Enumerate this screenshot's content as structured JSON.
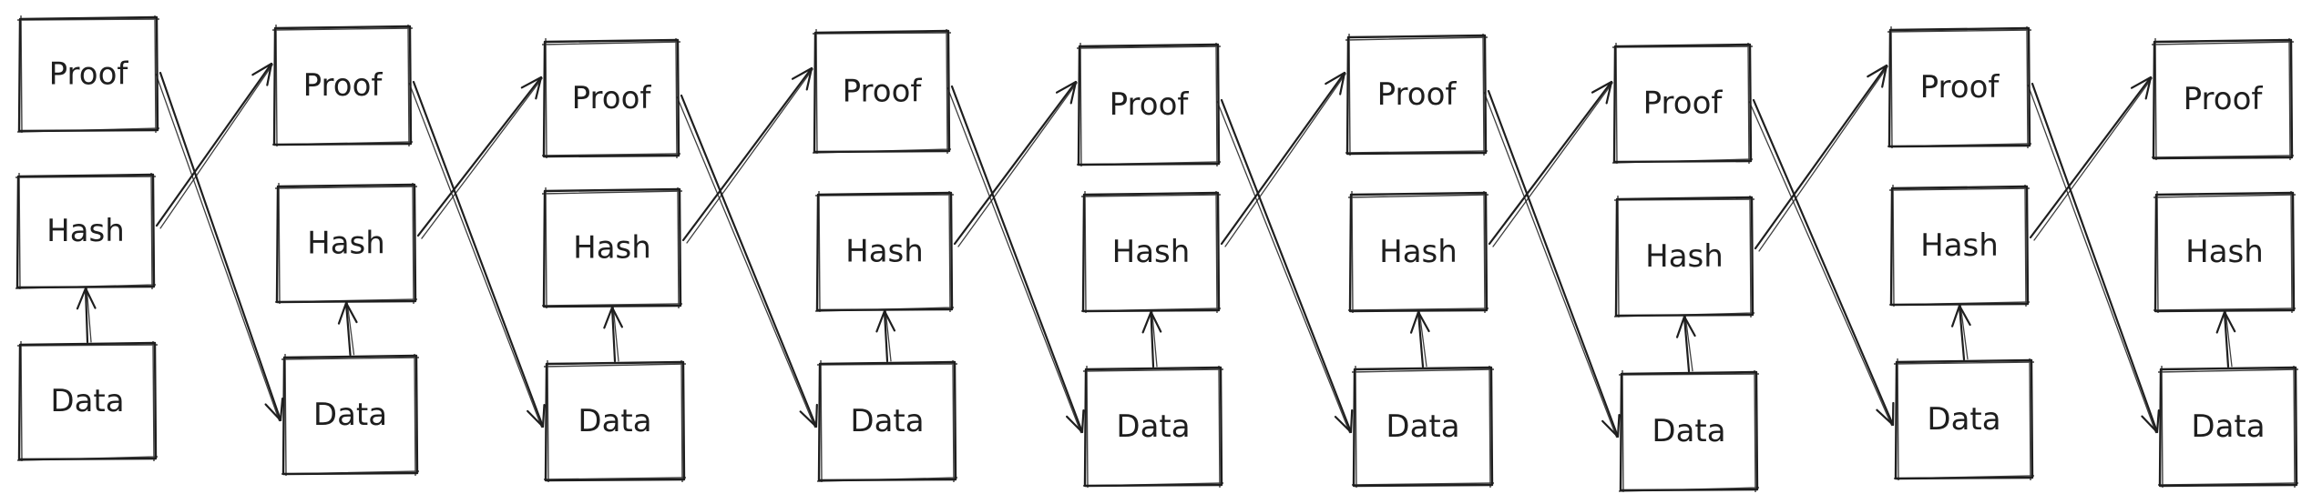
{
  "colors": {
    "ink": "#1e1e1e",
    "background": "#ffffff"
  },
  "blocks": [
    {
      "proof": "Proof",
      "hash": "Hash",
      "data": "Data"
    },
    {
      "proof": "Proof",
      "hash": "Hash",
      "data": "Data"
    },
    {
      "proof": "Proof",
      "hash": "Hash",
      "data": "Data"
    },
    {
      "proof": "Proof",
      "hash": "Hash",
      "data": "Data"
    },
    {
      "proof": "Proof",
      "hash": "Hash",
      "data": "Data"
    },
    {
      "proof": "Proof",
      "hash": "Hash",
      "data": "Data"
    },
    {
      "proof": "Proof",
      "hash": "Hash",
      "data": "Data"
    },
    {
      "proof": "Proof",
      "hash": "Hash",
      "data": "Data"
    },
    {
      "proof": "Proof",
      "hash": "Hash",
      "data": "Data"
    }
  ]
}
